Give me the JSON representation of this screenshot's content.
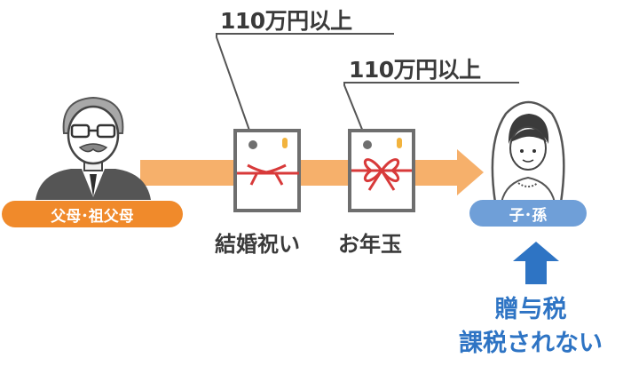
{
  "callouts": {
    "upper": "110万円以上",
    "lower": "110万円以上"
  },
  "giver": {
    "label": "父母･祖父母"
  },
  "receiver": {
    "label": "子･孫"
  },
  "gifts": {
    "wedding": "結婚祝い",
    "newyear": "お年玉"
  },
  "result": {
    "line1": "贈与税",
    "line2": "課税されない"
  },
  "colors": {
    "arrow": "#f6b06b",
    "giver_pill": "#f08a2b",
    "receiver_pill": "#6f9fd8",
    "result_text": "#2e74c4",
    "envelope_border": "#6e6e6e",
    "ribbon": "#d83a3a"
  }
}
